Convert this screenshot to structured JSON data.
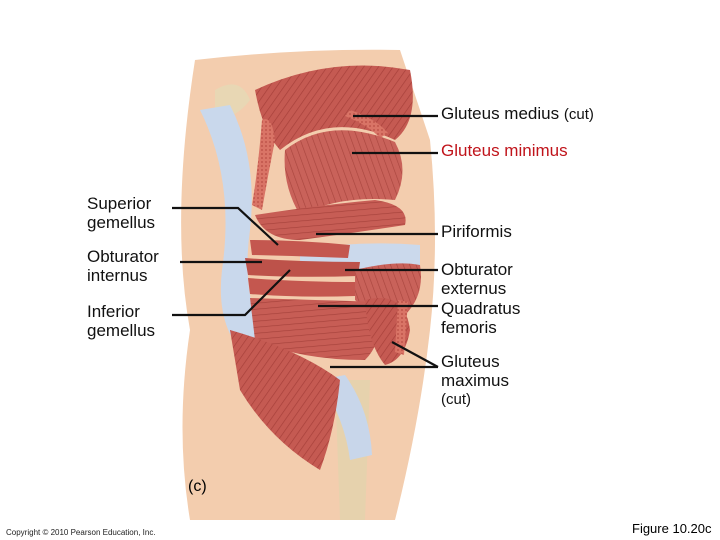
{
  "labels": {
    "gluteus_medius": "Gluteus medius",
    "gluteus_medius_cut": "(cut)",
    "gluteus_minimus": "Gluteus minimus",
    "superior_gemellus": [
      "Superior",
      "gemellus"
    ],
    "obturator_internus": [
      "Obturator",
      "internus"
    ],
    "inferior_gemellus": [
      "Inferior",
      "gemellus"
    ],
    "piriformis": "Piriformis",
    "obturator_externus": [
      "Obturator",
      "externus"
    ],
    "quadratus_femoris": [
      "Quadratus",
      "femoris"
    ],
    "gluteus_maximus": [
      "Gluteus",
      "maximus",
      "(cut)"
    ]
  },
  "panel_label": "(c)",
  "copyright": "Copyright © 2010 Pearson Education, Inc.",
  "figure_number": "Figure 10.20c",
  "colors": {
    "muscle": "#c0504d",
    "muscle_dark": "#9a3a36",
    "tendon": "#c9d8ec",
    "skin": "#f3cdae",
    "label_red": "#c0141b"
  }
}
